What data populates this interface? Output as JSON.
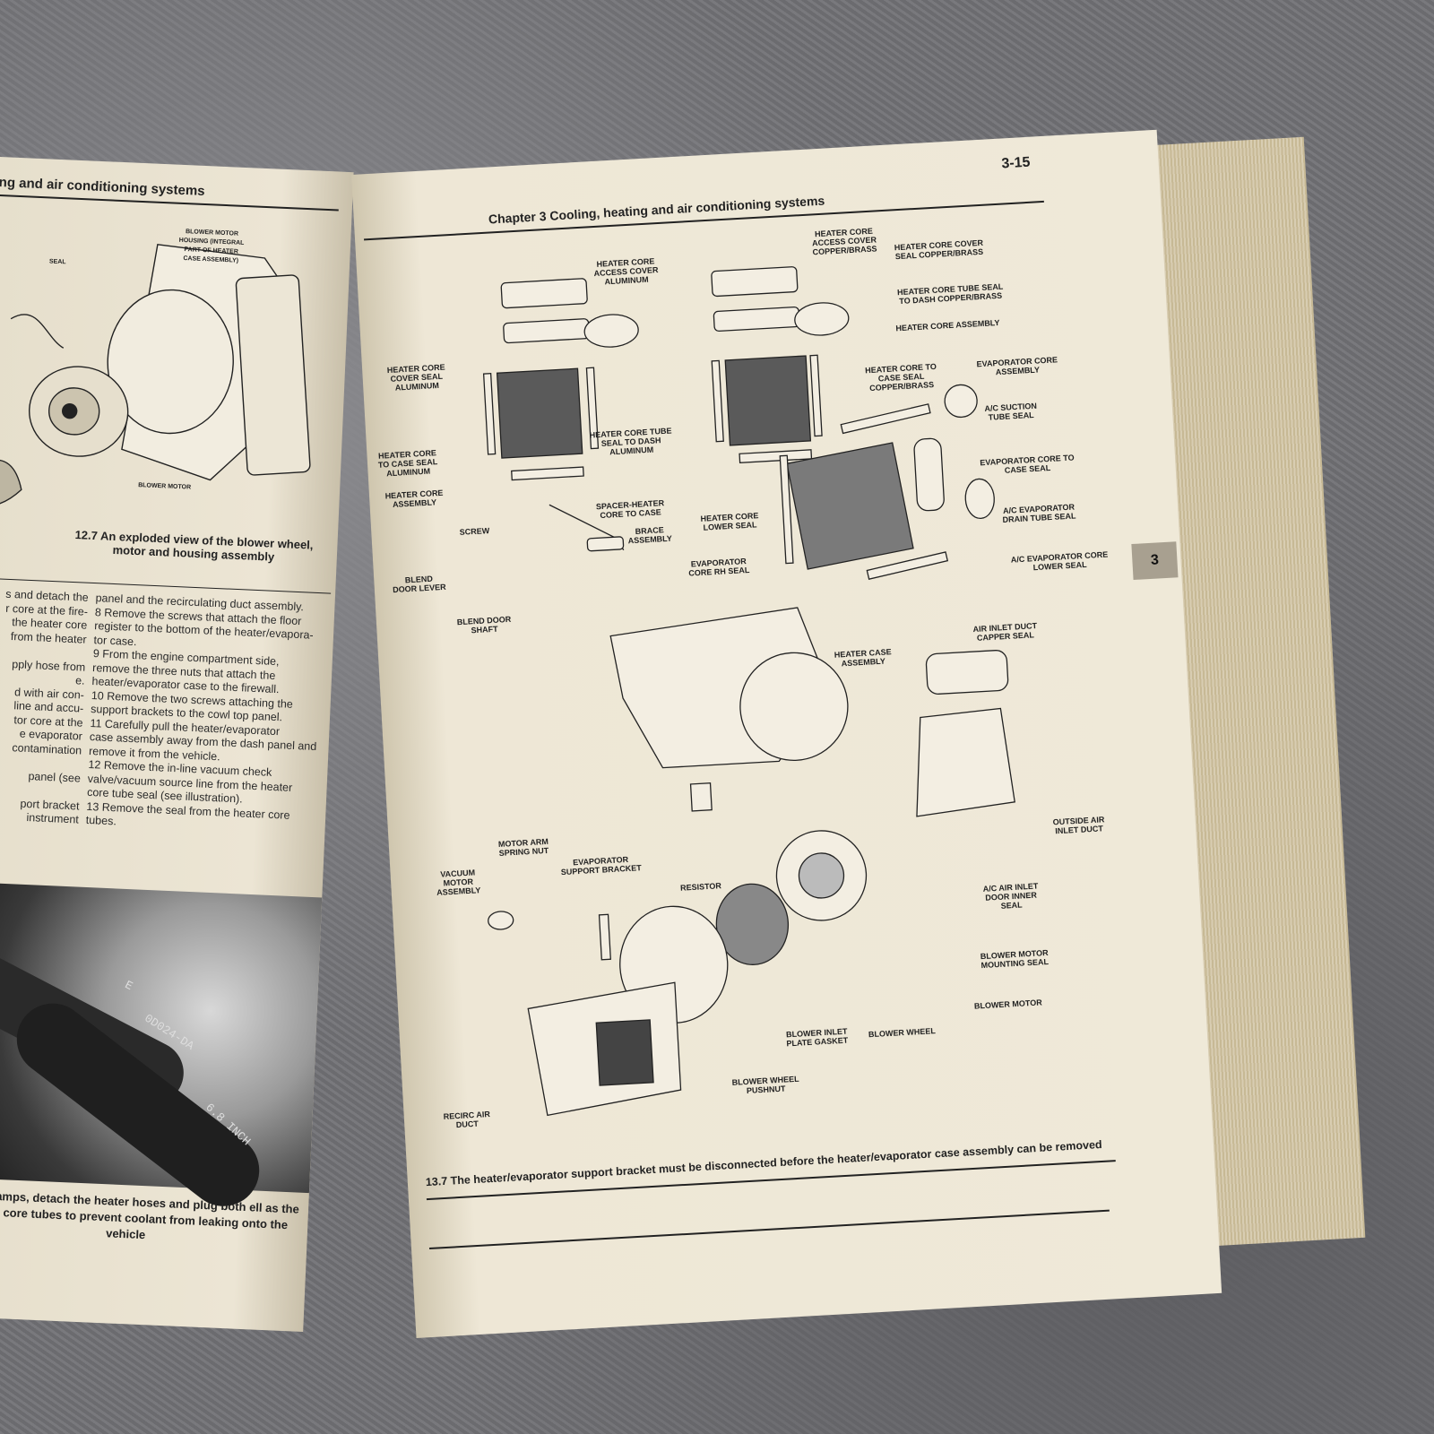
{
  "left_page": {
    "header": "ng and air conditioning systems",
    "figure_labels": {
      "blower_motor_housing": "BLOWER MOTOR HOUSING (INTEGRAL PART OF HEATER CASE ASSEMBLY)",
      "seal": "SEAL",
      "blower_motor": "BLOWER MOTOR"
    },
    "figure_caption": "12.7 An exploded view of the blower wheel, motor and housing assembly",
    "col1": [
      "s and detach the",
      "r core at the fire-",
      " the heater core",
      "from the heater",
      "",
      "pply hose from",
      "e.",
      "d with air con-",
      "line and accu-",
      "tor core at the",
      "e evaporator",
      "contamination",
      "",
      "panel (see",
      "",
      "port bracket",
      "instrument"
    ],
    "col2": [
      "panel and the recirculating duct assembly.",
      "8   Remove the screws that attach the floor",
      "register to the bottom of the heater/evapora-",
      "tor case.",
      "9   From the engine compartment side,",
      "remove the three nuts that attach the",
      "heater/evaporator case to the firewall.",
      "10  Remove the two screws attaching the",
      "support brackets to the cowl top panel.",
      "11  Carefully pull the heater/evaporator",
      "case assembly away from the dash panel and",
      "remove it from the vehicle.",
      "12  Remove the in-line vacuum check",
      "valve/vacuum source line from the heater",
      "core tube seal (see illustration).",
      "13  Remove the seal from the heater core",
      "tubes."
    ],
    "photo_text": {
      "hose_marking_1": "E",
      "hose_marking_2": "0D024-DA",
      "hose_marking_3": "6.8 INCH"
    },
    "photo_caption": "n the clamps, detach the heater hoses and plug both ell as the heater core tubes to prevent coolant from leaking onto the vehicle"
  },
  "right_page": {
    "page_number": "3-15",
    "header": "Chapter 3  Cooling, heating and air conditioning systems",
    "tab": "3",
    "labels": {
      "hc_access_cover_al": "HEATER CORE ACCESS COVER ALUMINUM",
      "hc_access_cover_cu": "HEATER CORE ACCESS COVER COPPER/BRASS",
      "hc_cover_seal_cu": "HEATER CORE COVER SEAL COPPER/BRASS",
      "hc_tube_seal_dash_cu": "HEATER CORE TUBE SEAL TO DASH COPPER/BRASS",
      "hc_assembly_r": "HEATER CORE ASSEMBLY",
      "hc_cover_seal_al": "HEATER CORE COVER SEAL ALUMINUM",
      "hc_tube_seal_dash_al": "HEATER CORE TUBE SEAL TO DASH ALUMINUM",
      "hc_case_seal_cu": "HEATER CORE TO CASE SEAL COPPER/BRASS",
      "evap_core_assembly": "EVAPORATOR CORE ASSEMBLY",
      "ac_suction_tube_seal": "A/C SUCTION TUBE SEAL",
      "hc_case_seal_al": "HEATER CORE TO CASE SEAL ALUMINUM",
      "evap_core_case_seal": "EVAPORATOR CORE TO CASE SEAL",
      "hc_assembly_l": "HEATER CORE ASSEMBLY",
      "spacer_heater": "SPACER-HEATER CORE TO CASE",
      "hc_lower_seal": "HEATER CORE LOWER SEAL",
      "ac_evap_drain": "A/C EVAPORATOR DRAIN TUBE SEAL",
      "screw": "SCREW",
      "brace_assembly": "BRACE ASSEMBLY",
      "evap_core_rh_seal": "EVAPORATOR CORE RH SEAL",
      "blend_door_lever": "BLEND DOOR LEVER",
      "ac_evap_core_lower_seal": "A/C EVAPORATOR CORE LOWER SEAL",
      "blend_door_shaft": "BLEND DOOR SHAFT",
      "heater_case_assembly": "HEATER CASE ASSEMBLY",
      "air_inlet_duct_capper": "AIR INLET DUCT CAPPER SEAL",
      "outside_air_inlet_duct": "OUTSIDE AIR INLET DUCT",
      "vacuum_motor": "VACUUM MOTOR ASSEMBLY",
      "motor_arm_spring_nut": "MOTOR ARM SPRING NUT",
      "evap_support_bracket": "EVAPORATOR SUPPORT BRACKET",
      "resistor": "RESISTOR",
      "ac_air_inlet_door": "A/C AIR INLET DOOR INNER SEAL",
      "blower_motor_mounting_seal": "BLOWER MOTOR MOUNTING SEAL",
      "blower_motor": "BLOWER MOTOR",
      "blower_inlet_plate_gasket": "BLOWER INLET PLATE GASKET",
      "blower_wheel": "BLOWER WHEEL",
      "recirc_air_duct": "RECIRC AIR DUCT",
      "blower_wheel_pushnut": "BLOWER WHEEL PUSHNUT"
    },
    "caption": "13.7 The heater/evaporator support bracket must be disconnected before the heater/evaporator case assembly can be removed"
  }
}
